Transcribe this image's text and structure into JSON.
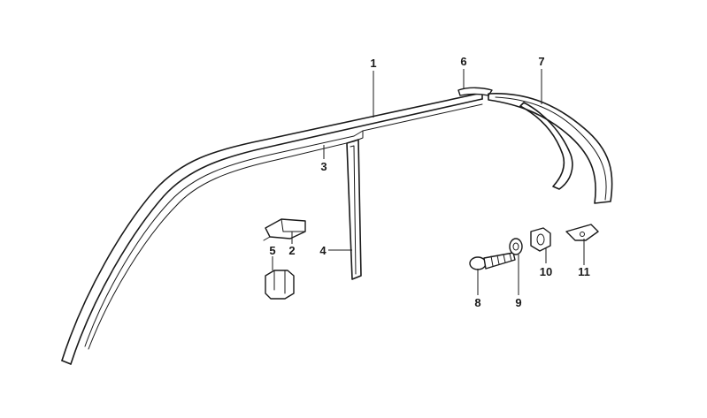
{
  "callouts": {
    "c1": "1",
    "c2": "2",
    "c3": "3",
    "c4": "4",
    "c5": "5",
    "c6": "6",
    "c7": "7",
    "c8": "8",
    "c9": "9",
    "c10": "10",
    "c11": "11"
  },
  "colors": {
    "ink": "#1a1a1a",
    "background": "#ffffff"
  }
}
